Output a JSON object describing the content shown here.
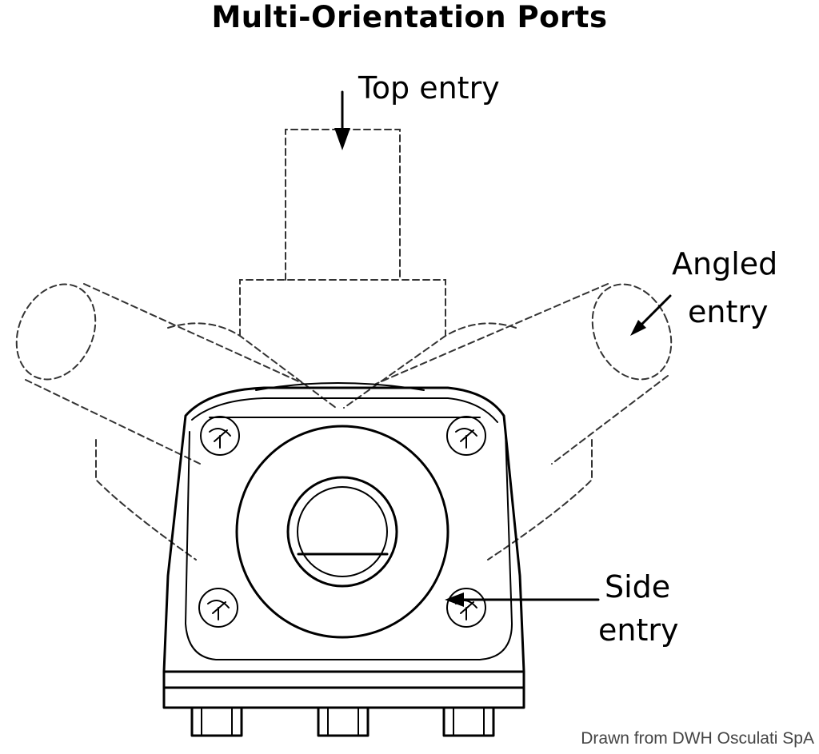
{
  "title": "Multi-Orientation Ports",
  "labels": {
    "top_entry": "Top entry",
    "angled_entry_line1": "Angled",
    "angled_entry_line2": "entry",
    "side_entry_line1": "Side",
    "side_entry_line2": "entry"
  },
  "credit": "Drawn from DWH Osculati SpA",
  "colors": {
    "line": "#000000",
    "background": "#ffffff"
  }
}
